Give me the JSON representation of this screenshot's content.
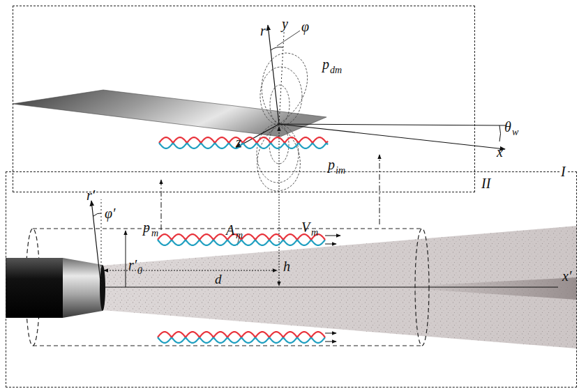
{
  "diagram": {
    "nodes": [
      {
        "text": [
          "II"
        ]
      },
      {
        "text": [
          "I"
        ]
      }
    ],
    "labels": [
      "r",
      "y",
      "φ",
      "p",
      "dm",
      "z",
      "θ",
      "w",
      "x",
      "p",
      "im",
      "p",
      "m",
      "A",
      "m",
      "V",
      "m",
      "r′",
      "φ′",
      "r′",
      "0",
      "d",
      "h",
      "x′"
    ]
  }
}
